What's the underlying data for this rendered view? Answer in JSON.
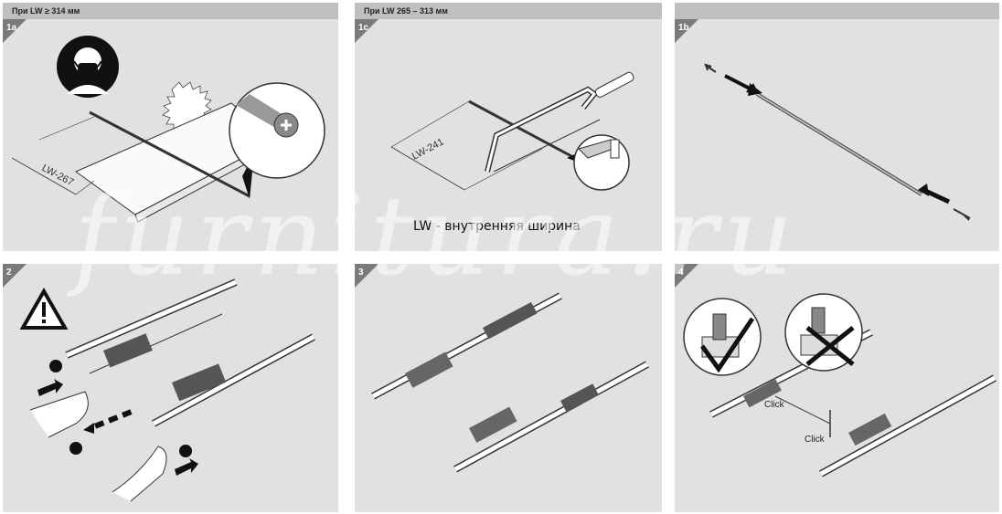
{
  "panels": [
    {
      "id": "1a",
      "header": "При LW ≥ 314 мм",
      "dimension": "LW-267"
    },
    {
      "id": "1c",
      "header": "При LW 265 – 313 мм",
      "dimension": "LW-241"
    },
    {
      "id": "1b",
      "header": ""
    },
    {
      "id": "2"
    },
    {
      "id": "3"
    },
    {
      "id": "4",
      "click_labels": [
        "Click",
        "Click"
      ]
    }
  ],
  "caption": "LW - внутренняя ширина",
  "watermark": "furnitura.ru",
  "colors": {
    "panel_bg": "#e1e1e1",
    "header_bg": "#bfbfbf",
    "corner": "#7a7a7a"
  }
}
